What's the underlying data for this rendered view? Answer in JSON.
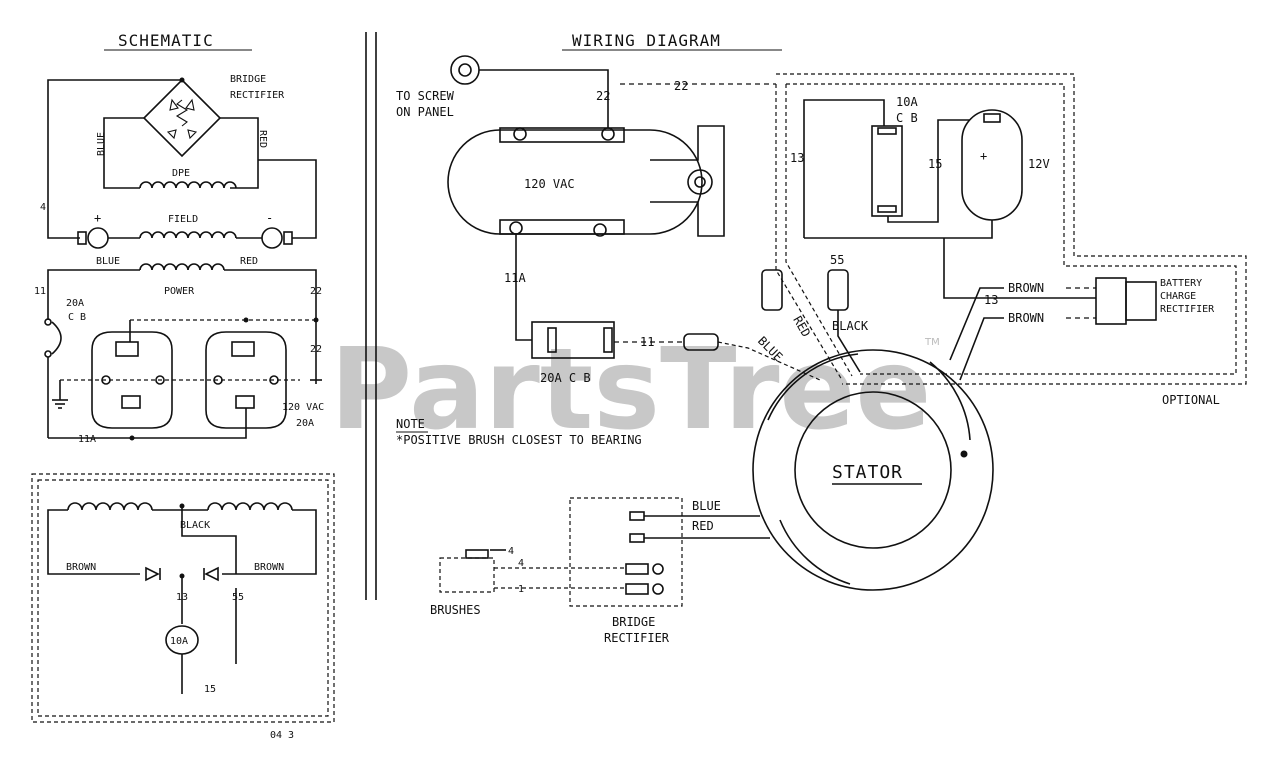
{
  "headings": {
    "schematic": "SCHEMATIC",
    "wiring_diagram": "WIRING DIAGRAM"
  },
  "watermark": {
    "text": "PartsTree",
    "trademark": "TM"
  },
  "schematic": {
    "bridge_rectifier_line1": "BRIDGE",
    "bridge_rectifier_line2": "RECTIFIER",
    "blue": "BLUE",
    "red": "RED",
    "dpe": "DPE",
    "field": "FIELD",
    "plus": "+",
    "minus": "-",
    "wire_4": "4",
    "blue_power": "BLUE",
    "red_power": "RED",
    "power": "POWER",
    "wire_11": "11",
    "wire_22": "22",
    "wire_22b": "22",
    "cb_20a": "20A",
    "cb_label": "C B",
    "vac": "120 VAC",
    "amp": "20A",
    "wire_11a": "11A"
  },
  "optional_schematic": {
    "black": "BLACK",
    "brown_left": "BROWN",
    "brown_right": "BROWN",
    "wire_13": "13",
    "wire_55": "55",
    "cb_10a": "10A",
    "wire_15": "15",
    "code": "04 3"
  },
  "wiring": {
    "to_screw_line1": "TO SCREW",
    "to_screw_line2": "ON PANEL",
    "wire_22_top": "22",
    "wire_22_mid": "22",
    "vac": "120 VAC",
    "wire_11a": "11A",
    "cb_20a": "20A  C B",
    "wire_11": "11",
    "blue_diag": "BLUE",
    "red_diag": "RED",
    "black": "BLACK",
    "wire_55": "55",
    "wire_13": "13",
    "cb_10a_line1": "10A",
    "cb_10a_line2": "C B",
    "wire_15": "15",
    "battery_12v": "12V",
    "brown1": "BROWN",
    "brown2": "BROWN",
    "wire_13b": "13",
    "battery_charge_line1": "BATTERY",
    "battery_charge_line2": "CHARGE",
    "battery_charge_line3": "RECTIFIER",
    "optional": "OPTIONAL",
    "note_title": "NOTE",
    "note_text": "*POSITIVE BRUSH CLOSEST TO BEARING",
    "stator": "STATOR",
    "blue": "BLUE",
    "red": "RED",
    "wire_4": "4",
    "wire_1": "1",
    "brushes": "BRUSHES",
    "bridge_line1": "BRIDGE",
    "bridge_line2": "RECTIFIER"
  }
}
